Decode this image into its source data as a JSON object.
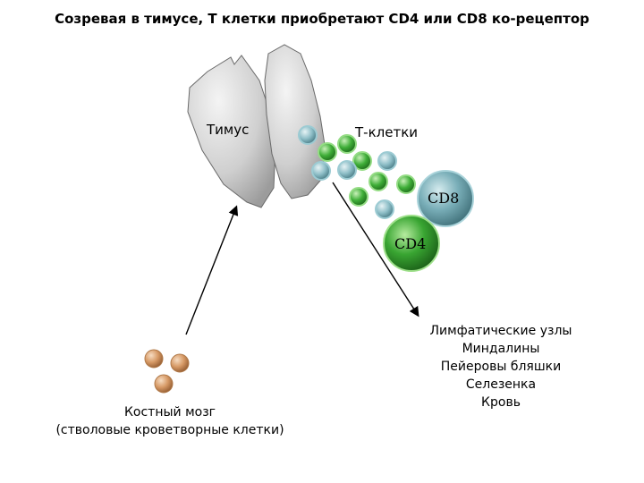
{
  "title": "Созревая в тимусе, Т клетки приобретают CD4 или CD8 ко-рецептор",
  "labels": {
    "thymus": "Тимус",
    "t_cells": "Т-клетки",
    "cd8": "CD8",
    "cd4": "CD4"
  },
  "bone_marrow": {
    "line1": "Костный мозг",
    "line2": "(стволовые кроветворные клетки)"
  },
  "destinations": [
    "Лимфатические узлы",
    "Миндалины",
    "Пейеровы бляшки",
    "Селезенка",
    "Кровь"
  ],
  "colors": {
    "thymus_fill": "#c9c9c9",
    "t_cell_green": "#3fa83a",
    "t_cell_teal": "#7fb2bd",
    "stem_cell": "#d79a66",
    "cd8_cell": "#6fa3ad",
    "cd4_cell": "#2f9a2c"
  }
}
